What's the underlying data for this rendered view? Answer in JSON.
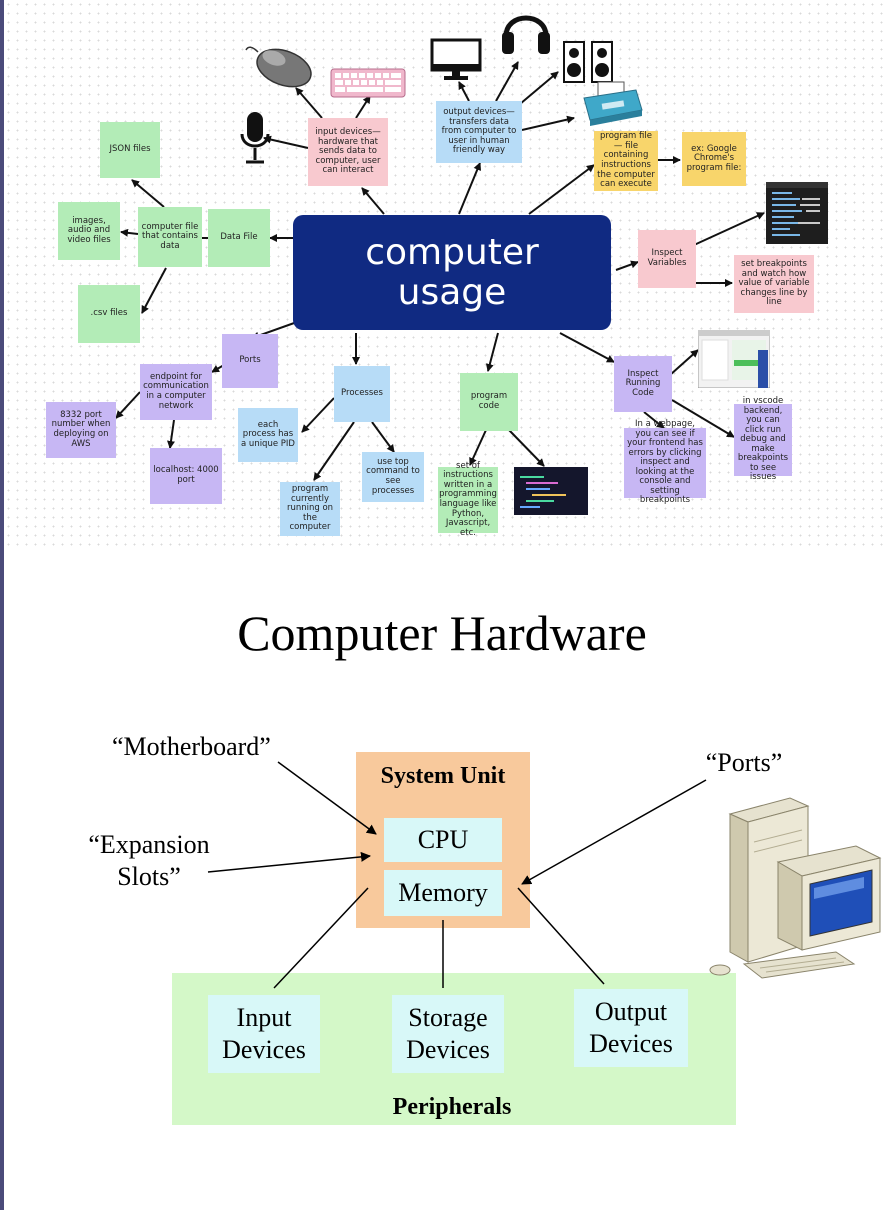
{
  "mindmap": {
    "center": "computer usage",
    "nodes": {
      "json_files": "JSON files",
      "images_files": "images, audio and video files",
      "csv_files": ".csv files",
      "computer_file": "computer file that contains data",
      "data_file": "Data File",
      "input_devices": "input devices— hardware that sends data to computer, user can interact",
      "output_devices": "output devices— transfers data from computer to user in human friendly way",
      "program_file": "program file— file containing instructions the computer can execute",
      "chrome_example": "ex: Google Chrome's program file:",
      "inspect_variables": "Inspect Variables",
      "breakpoints": "set breakpoints and watch how value of variable changes line by line",
      "ports": "Ports",
      "endpoint": "endpoint for communication in a computer network",
      "port_8332": "8332 port number when deploying on AWS",
      "localhost": "localhost: 4000 port",
      "processes": "Processes",
      "pid": "each process has a unique PID",
      "running": "program currently running on the computer",
      "top_cmd": "use top command to see processes",
      "program_code": "program code",
      "instructions": "set of instructions written in a programming language like Python, Javascript, etc.",
      "inspect_running": "Inspect Running Code",
      "webpage": "In a webpage, you can see if your frontend has errors by clicking inspect and looking at the console and setting breakpoints",
      "vscode": "in vscode backend, you can click run debug and make breakpoints to see issues"
    }
  },
  "hardware": {
    "title": "Computer Hardware",
    "system_unit": "System Unit",
    "cpu": "CPU",
    "memory": "Memory",
    "input_devices_1": "Input",
    "input_devices_2": "Devices",
    "storage_devices_1": "Storage",
    "storage_devices_2": "Devices",
    "output_devices_1": "Output",
    "output_devices_2": "Devices",
    "peripherals": "Peripherals",
    "motherboard": "“Motherboard”",
    "expansion_1": "“Expansion",
    "expansion_2": "Slots”",
    "ports": "“Ports”"
  },
  "colors": {
    "center": "#102a82",
    "green": "#b3ecb7",
    "pink": "#f8c9cf",
    "blue": "#b7dcf7",
    "purple": "#c7b7f4",
    "yellow": "#f8d56b",
    "system_unit": "#f8c99c",
    "cyan_box": "#d8f8f8",
    "peripherals": "#d4f8c8"
  },
  "icons": [
    "mouse-icon",
    "keyboard-icon",
    "microphone-icon",
    "monitor-icon",
    "headphones-icon",
    "speakers-icon",
    "printer-icon",
    "code-screenshot-icon",
    "variables-screenshot-icon",
    "desktop-computer-icon"
  ]
}
